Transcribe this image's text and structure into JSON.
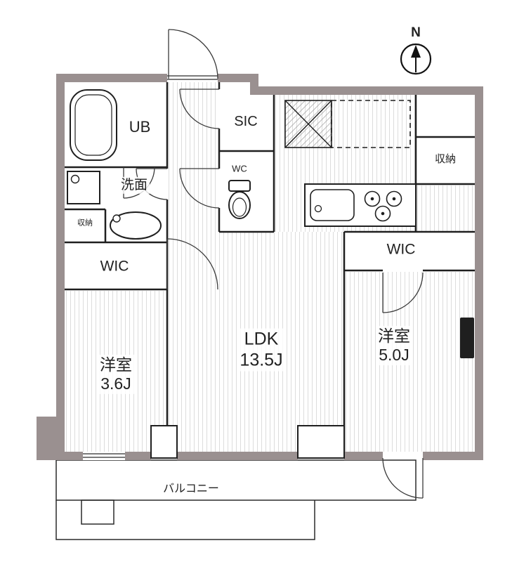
{
  "compass": {
    "label": "N"
  },
  "rooms": {
    "unit_bath": {
      "label": "UB"
    },
    "washroom": {
      "label": "洗面"
    },
    "storage_left": {
      "label": "収納"
    },
    "wic_left": {
      "label": "WIC"
    },
    "shoe_closet": {
      "label": "SIC"
    },
    "toilet": {
      "label": "WC"
    },
    "storage_right": {
      "label": "収納"
    },
    "wic_right": {
      "label": "WIC"
    },
    "ldk": {
      "name": "LDK",
      "size": "13.5J"
    },
    "bedroom_left": {
      "name": "洋室",
      "size": "3.6J"
    },
    "bedroom_right": {
      "name": "洋室",
      "size": "5.0J"
    },
    "balcony": {
      "label": "バルコニー"
    }
  },
  "colors": {
    "wall": "#9a9090",
    "line": "#1f1f1f",
    "floor_stripe": "#dcdcdc"
  }
}
